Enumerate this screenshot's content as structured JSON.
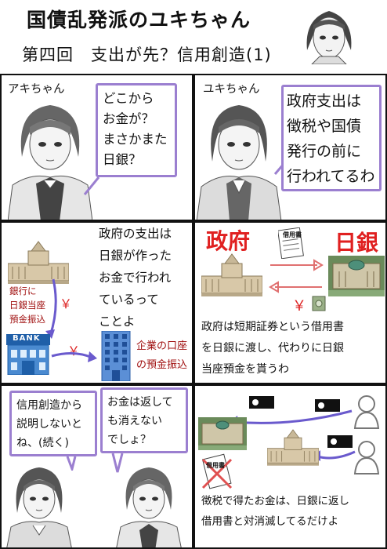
{
  "header": {
    "title": "国債乱発派のユキちゃん",
    "subtitle": "第四回　支出が先？信用創造(1)"
  },
  "panel1": {
    "speaker": "アキちゃん",
    "bubble": "どこから\nお金が？\nまさかまた\n日銀？"
  },
  "panel2": {
    "speaker": "ユキちゃん",
    "bubble": "政府支出は\n徴税や国債\n発行の前に\n行われてるわ"
  },
  "panel3": {
    "narration": "政府の支出は\n日銀が作った\nお金で行われ\nているって\nことよ",
    "bank_transfer_label": "銀行に\n日銀当座\n預金振込",
    "company_transfer_label": "企業の口座\nの預金振込",
    "bank_sign": "BANK",
    "yen_symbol": "￥"
  },
  "panel4": {
    "label_government": "政府",
    "label_boj": "日銀",
    "document_label": "借用書",
    "yen_symbol": "￥",
    "narration": "政府は短期証券という借用書\nを日銀に渡し、代わりに日銀\n当座預金を貰うわ"
  },
  "panel5": {
    "bubble_left": "信用創造から\n説明しないと\nね、(続く)",
    "bubble_right": "お金は返して\nも消えない\nでしょ？"
  },
  "panel6": {
    "document_label": "借用書",
    "narration": "徴税で得たお金は、日銀に返し\n借用書と対消滅してるだけよ"
  },
  "colors": {
    "bubble_border": "#9b7fd0",
    "arrow_purple": "#6a5acd",
    "red_text": "#d22222",
    "dark_red_text": "#a01010"
  }
}
